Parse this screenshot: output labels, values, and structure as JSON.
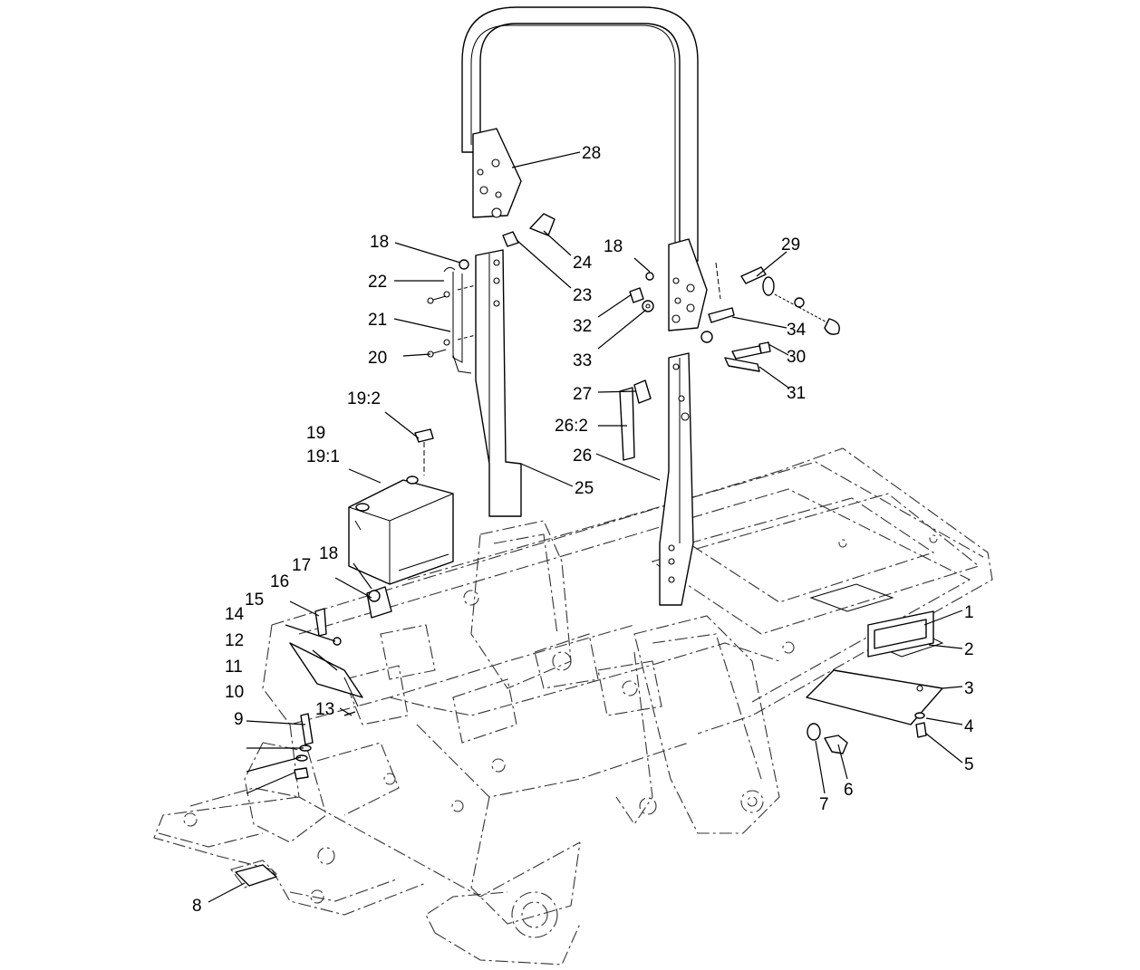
{
  "callouts": [
    {
      "label": "1"
    },
    {
      "label": "2"
    },
    {
      "label": "3"
    },
    {
      "label": "4"
    },
    {
      "label": "5"
    },
    {
      "label": "6"
    },
    {
      "label": "7"
    },
    {
      "label": "8"
    },
    {
      "label": "9"
    },
    {
      "label": "10"
    },
    {
      "label": "11"
    },
    {
      "label": "12"
    },
    {
      "label": "13"
    },
    {
      "label": "14"
    },
    {
      "label": "15"
    },
    {
      "label": "16"
    },
    {
      "label": "17"
    },
    {
      "label": "18"
    },
    {
      "label": "18"
    },
    {
      "label": "18"
    },
    {
      "label": "19"
    },
    {
      "label": "19:1"
    },
    {
      "label": "19:2"
    },
    {
      "label": "20"
    },
    {
      "label": "21"
    },
    {
      "label": "22"
    },
    {
      "label": "23"
    },
    {
      "label": "24"
    },
    {
      "label": "25"
    },
    {
      "label": "26"
    },
    {
      "label": "26:2"
    },
    {
      "label": "27"
    },
    {
      "label": "28"
    },
    {
      "label": "29"
    },
    {
      "label": "30"
    },
    {
      "label": "31"
    },
    {
      "label": "32"
    },
    {
      "label": "33"
    },
    {
      "label": "34"
    }
  ]
}
